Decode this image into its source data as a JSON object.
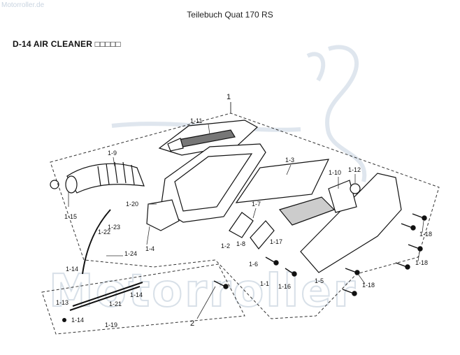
{
  "watermark_site": "Motorroller.de",
  "doc_title": "Teilebuch Quat 170 RS",
  "section_title": "D-14 AIR CLEANER □□□□□",
  "watermark_brand": "Motorroller",
  "callouts": {
    "p1": "1",
    "p1_1": "1-1",
    "p1_2": "1-2",
    "p1_3": "1-3",
    "p1_4": "1-4",
    "p1_5": "1-5",
    "p1_6": "1-6",
    "p1_7": "1-7",
    "p1_8": "1-8",
    "p1_9": "1-9",
    "p1_10": "1-10",
    "p1_11": "1-11",
    "p1_12": "1-12",
    "p1_13": "1-13",
    "p1_14a": "1-14",
    "p1_14b": "1-14",
    "p1_14c": "1-14",
    "p1_15": "1-15",
    "p1_16": "1-16",
    "p1_17": "1-17",
    "p1_18a": "1-18",
    "p1_18b": "1-18",
    "p1_18c": "1-18",
    "p1_19": "1-19",
    "p1_20": "1-20",
    "p1_21": "1-21",
    "p1_22": "1-22",
    "p1_23": "1-23",
    "p1_24": "1-24",
    "p2": "2"
  }
}
